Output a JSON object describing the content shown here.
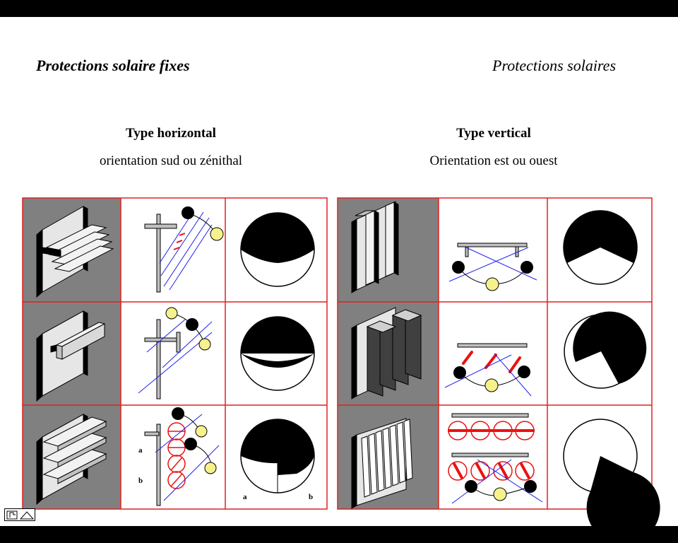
{
  "header": {
    "left_title": "Protections solaire fixes",
    "right_title": "Protections solaires"
  },
  "left_table": {
    "heading": "Type horizontal",
    "subheading": "orientation sud ou zénithal",
    "row_labels": {
      "a": "a",
      "b": "b"
    },
    "disc_labels": {
      "a": "a",
      "b": "b"
    }
  },
  "right_table": {
    "heading": "Type vertical",
    "subheading": "Orientation est ou ouest"
  },
  "colors": {
    "grid_line": "#e02020",
    "shade_cell": "#808080",
    "sun_yellow": "#f5f28c",
    "ray_blue": "#2020ee",
    "blade_red": "#ee1010"
  },
  "icons": [
    "first-slide-icon",
    "prev-slide-icon"
  ]
}
